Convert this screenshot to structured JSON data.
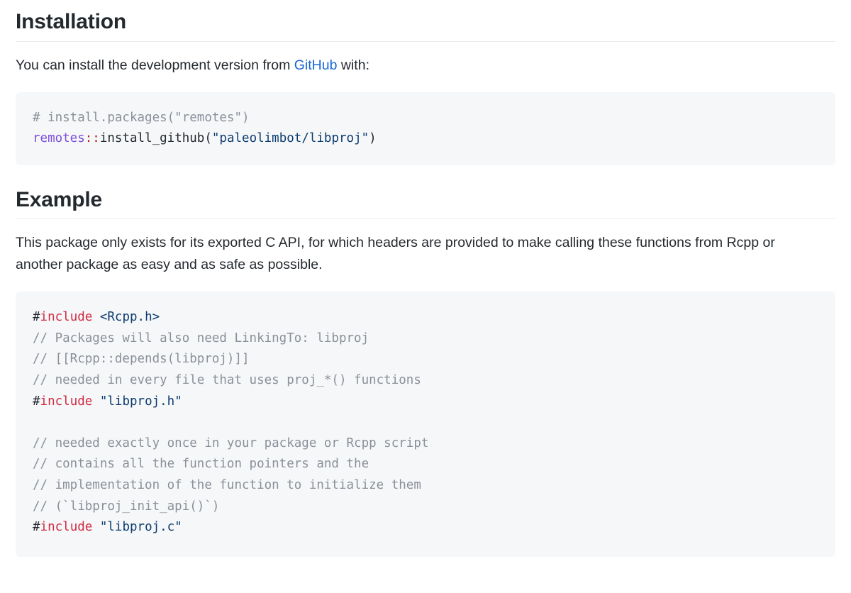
{
  "document": {
    "sections": [
      {
        "id": "installation",
        "heading": "Installation",
        "paragraph": {
          "before_link": "You can install the development version from ",
          "link_text": "GitHub",
          "after_link": " with:"
        }
      },
      {
        "id": "example",
        "heading": "Example",
        "paragraph_text": "This package only exists for its exported C API, for which headers are provided to make calling these functions from Rcpp or another package as easy and as safe as possible."
      }
    ]
  },
  "code_blocks": {
    "install": {
      "language": "r",
      "lines": [
        {
          "tokens": [
            {
              "t": "# install.packages(\"remotes\")",
              "c": "comment"
            }
          ]
        },
        {
          "tokens": [
            {
              "t": "remotes",
              "c": "pkg"
            },
            {
              "t": "::",
              "c": "ns"
            },
            {
              "t": "install_github(",
              "c": "fn"
            },
            {
              "t": "\"paleolimbot/libproj\"",
              "c": "str"
            },
            {
              "t": ")",
              "c": "plain"
            }
          ]
        }
      ]
    },
    "usage": {
      "language": "cpp",
      "lines": [
        {
          "tokens": [
            {
              "t": "#",
              "c": "pp-hash"
            },
            {
              "t": "include",
              "c": "pp"
            },
            {
              "t": " ",
              "c": "plain"
            },
            {
              "t": "<Rcpp.h>",
              "c": "inc"
            }
          ]
        },
        {
          "tokens": [
            {
              "t": "// Packages will also need LinkingTo: libproj",
              "c": "comment"
            }
          ]
        },
        {
          "tokens": [
            {
              "t": "// [[Rcpp::depends(libproj)]]",
              "c": "comment"
            }
          ]
        },
        {
          "tokens": [
            {
              "t": "// needed in every file that uses proj_*() functions",
              "c": "comment"
            }
          ]
        },
        {
          "tokens": [
            {
              "t": "#",
              "c": "pp-hash"
            },
            {
              "t": "include",
              "c": "pp"
            },
            {
              "t": " ",
              "c": "plain"
            },
            {
              "t": "\"libproj.h\"",
              "c": "inc"
            }
          ]
        },
        {
          "tokens": [
            {
              "t": "",
              "c": "plain"
            }
          ]
        },
        {
          "tokens": [
            {
              "t": "// needed exactly once in your package or Rcpp script",
              "c": "comment"
            }
          ]
        },
        {
          "tokens": [
            {
              "t": "// contains all the function pointers and the",
              "c": "comment"
            }
          ]
        },
        {
          "tokens": [
            {
              "t": "// implementation of the function to initialize them",
              "c": "comment"
            }
          ]
        },
        {
          "tokens": [
            {
              "t": "// (`libproj_init_api()`)",
              "c": "comment"
            }
          ]
        },
        {
          "tokens": [
            {
              "t": "#",
              "c": "pp-hash"
            },
            {
              "t": "include",
              "c": "pp"
            },
            {
              "t": " ",
              "c": "plain"
            },
            {
              "t": "\"libproj.c\"",
              "c": "inc"
            }
          ]
        }
      ]
    }
  },
  "colors": {
    "page_background": "#ffffff",
    "text": "#24292e",
    "link": "#1766d4",
    "code_background": "#f6f7f9",
    "rule": "#eaecef",
    "comment": "#8a9099",
    "r_package": "#7d4ede",
    "r_namespace": "#b5232f",
    "string": "#0c3c6e",
    "preprocessor": "#cf2a42"
  }
}
